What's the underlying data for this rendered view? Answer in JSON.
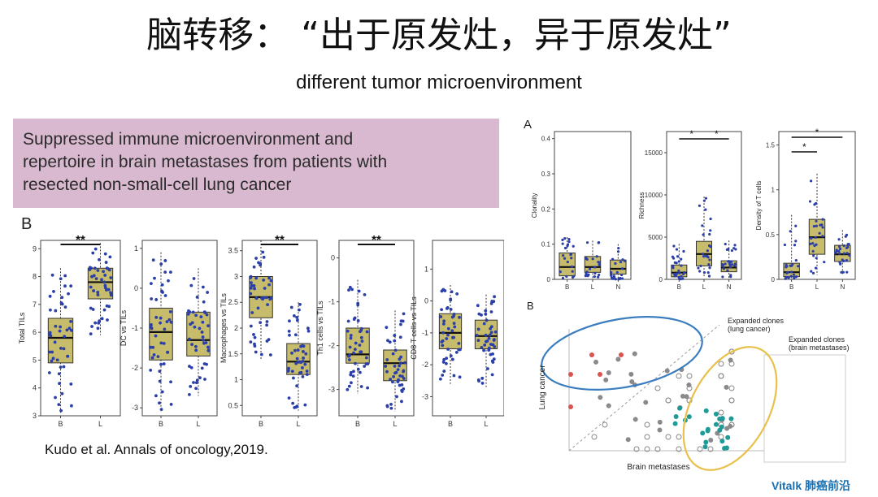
{
  "slide": {
    "title": "脑转移：  “出于原发灶，异于原发灶”",
    "subtitle": "different tumor microenvironment",
    "box_lines": [
      "Suppressed immune microenvironment and",
      "repertoire in brain metastases from patients with",
      "resected non-small-cell lung cancer"
    ],
    "citation": "Kudo et al. Annals of oncology,2019.",
    "logo": "Vitalk 肺癌前沿",
    "panel_b_left_label": "B",
    "panel_a_label": "A",
    "panel_b_right_label": "B"
  },
  "colors": {
    "box_fill": "#d9b9cf",
    "boxplot_fill": "#c7bb6c",
    "dots": "#2b3fa8",
    "ellipse_blue": "#3a7ec0",
    "ellipse_yellow": "#e8c04a",
    "teal": "#1f9a96",
    "red_dot": "#d9534f"
  },
  "chart_data": [
    {
      "type": "box",
      "id": "total-tils",
      "ylabel": "Total TILs",
      "categories": [
        "B",
        "L"
      ],
      "significance": "**",
      "ticks": [
        3,
        4,
        5,
        6,
        7,
        8,
        9
      ],
      "ylim": [
        3,
        9.3
      ],
      "boxes": [
        {
          "q1": 4.9,
          "median": 5.8,
          "q3": 6.5,
          "min": 3.1,
          "max": 8.3
        },
        {
          "q1": 7.2,
          "median": 7.8,
          "q3": 8.3,
          "min": 5.9,
          "max": 9.2
        }
      ]
    },
    {
      "type": "box",
      "id": "dc-vs-tils",
      "ylabel": "DC vs TILs",
      "categories": [
        "B",
        "L"
      ],
      "significance": "",
      "ticks": [
        -3,
        -2,
        -1,
        0,
        1
      ],
      "ylim": [
        -3.2,
        1.2
      ],
      "boxes": [
        {
          "q1": -1.8,
          "median": -1.1,
          "q3": -0.5,
          "min": -3.1,
          "max": 0.9
        },
        {
          "q1": -1.7,
          "median": -1.3,
          "q3": -0.6,
          "min": -2.7,
          "max": 0.5
        }
      ]
    },
    {
      "type": "box",
      "id": "macrophages-vs-tils",
      "ylabel": "Macrophages vs TILs",
      "categories": [
        "B",
        "L"
      ],
      "significance": "**",
      "ticks": [
        0.5,
        1,
        1.5,
        2,
        2.5,
        3,
        3.5
      ],
      "ylim": [
        0.3,
        3.7
      ],
      "boxes": [
        {
          "q1": 2.2,
          "median": 2.6,
          "q3": 3.0,
          "min": 1.4,
          "max": 3.7
        },
        {
          "q1": 1.1,
          "median": 1.35,
          "q3": 1.7,
          "min": 0.4,
          "max": 2.5
        }
      ]
    },
    {
      "type": "box",
      "id": "th1-vs-tils",
      "ylabel": "Th1 cells vs TILs",
      "categories": [
        "B",
        "L"
      ],
      "significance": "**",
      "ticks": [
        -3,
        -2,
        -1,
        0
      ],
      "ylim": [
        -3.6,
        0.4
      ],
      "boxes": [
        {
          "q1": -2.4,
          "median": -2.2,
          "q3": -1.6,
          "min": -3.1,
          "max": -0.5
        },
        {
          "q1": -2.8,
          "median": -2.4,
          "q3": -2.1,
          "min": -3.5,
          "max": -1.2
        }
      ]
    },
    {
      "type": "box",
      "id": "cd8-vs-tils",
      "ylabel": "CD8 T cells vs TILs",
      "categories": [
        "B",
        "L"
      ],
      "significance": "",
      "ticks": [
        -3,
        -2,
        -1,
        0,
        1
      ],
      "ylim": [
        -3.6,
        1.9
      ],
      "boxes": [
        {
          "q1": -1.5,
          "median": -1.0,
          "q3": -0.4,
          "min": -2.6,
          "max": 0.5
        },
        {
          "q1": -1.5,
          "median": -1.1,
          "q3": -0.6,
          "min": -2.7,
          "max": 0.2
        }
      ]
    },
    {
      "type": "box",
      "id": "clonality",
      "ylabel": "Clonality",
      "categories": [
        "B",
        "L",
        "N"
      ],
      "significance": "",
      "ticks": [
        0.0,
        0.1,
        0.2,
        0.3,
        0.4
      ],
      "ylim": [
        0,
        0.42
      ],
      "boxes": [
        {
          "q1": 0.01,
          "median": 0.035,
          "q3": 0.075,
          "min": 0.0,
          "max": 0.12
        },
        {
          "q1": 0.02,
          "median": 0.035,
          "q3": 0.065,
          "min": 0.0,
          "max": 0.11
        },
        {
          "q1": 0.015,
          "median": 0.03,
          "q3": 0.055,
          "min": 0.0,
          "max": 0.1
        }
      ]
    },
    {
      "type": "box",
      "id": "richness",
      "ylabel": "Richness",
      "categories": [
        "B",
        "L",
        "N"
      ],
      "significance": "*",
      "ticks": [
        0,
        5000,
        10000,
        15000
      ],
      "ylim": [
        0,
        17500
      ],
      "boxes": [
        {
          "q1": 300,
          "median": 800,
          "q3": 1700,
          "min": 0,
          "max": 4200
        },
        {
          "q1": 1600,
          "median": 3000,
          "q3": 4500,
          "min": 200,
          "max": 9800
        },
        {
          "q1": 900,
          "median": 1400,
          "q3": 2200,
          "min": 100,
          "max": 4600
        }
      ]
    },
    {
      "type": "box",
      "id": "density-t-cells",
      "ylabel": "Density of T cells",
      "categories": [
        "B",
        "L",
        "N"
      ],
      "significance": "*",
      "ticks": [
        0.0,
        0.5,
        1.0,
        1.5
      ],
      "ylim": [
        0,
        1.65
      ],
      "boxes": [
        {
          "q1": 0.03,
          "median": 0.08,
          "q3": 0.18,
          "min": 0.0,
          "max": 0.72
        },
        {
          "q1": 0.28,
          "median": 0.47,
          "q3": 0.67,
          "min": 0.05,
          "max": 1.18
        },
        {
          "q1": 0.2,
          "median": 0.28,
          "q3": 0.38,
          "min": 0.05,
          "max": 0.55
        }
      ]
    },
    {
      "type": "scatter",
      "id": "clone-scatter",
      "xlabel": "Brain metastases",
      "ylabel": "Lung cancer",
      "annotations": [
        "Expanded clones",
        "(lung cancer)",
        "Expanded clones",
        "(brain metastases)"
      ]
    }
  ]
}
